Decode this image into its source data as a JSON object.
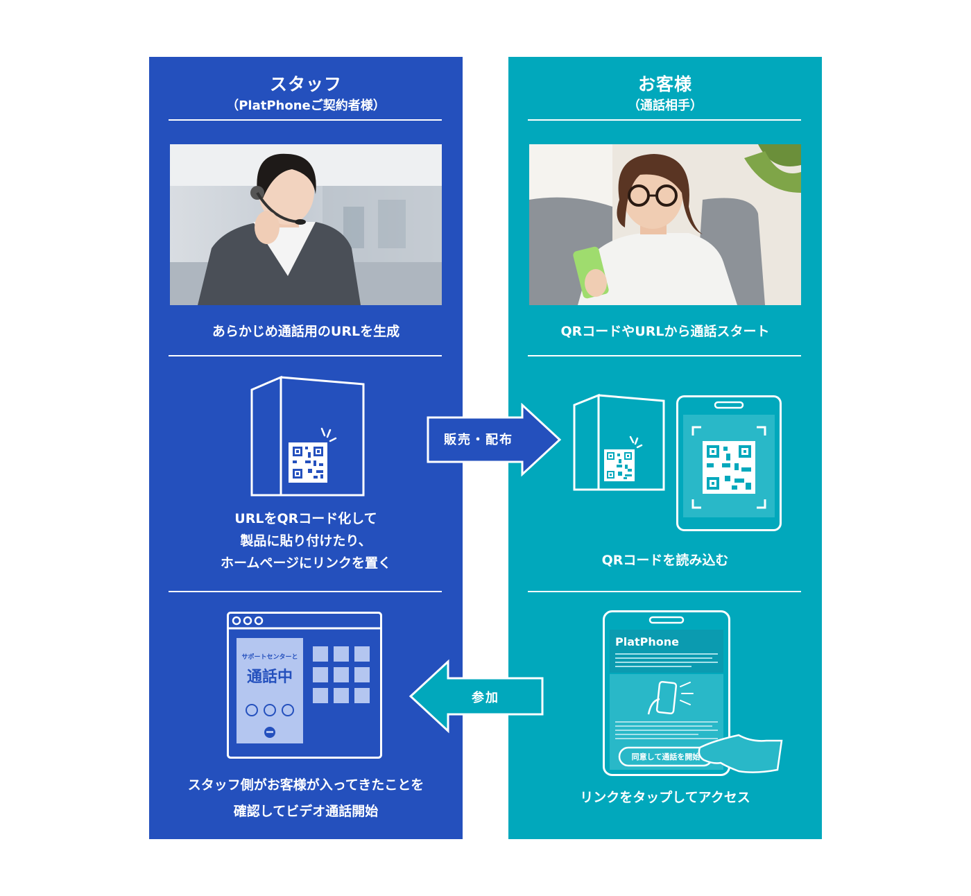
{
  "staff": {
    "title": "スタッフ",
    "subtitle": "（PlatPhoneご契約者様）",
    "step1": "あらかじめ通話用のURLを生成",
    "step2": [
      "URLをQRコード化して",
      "製品に貼り付けたり、",
      "ホームページにリンクを置く"
    ],
    "step3": [
      "スタッフ側がお客様が入ってきたことを",
      "確認してビデオ通話開始"
    ],
    "call_screen": {
      "small_text": "サポートセンターと",
      "big_text": "通話中"
    }
  },
  "customer": {
    "title": "お客様",
    "subtitle": "（通話相手）",
    "step1": "QRコードやURLから通話スタート",
    "step2": "QRコードを読み込む",
    "step3": "リンクをタップしてアクセス",
    "phone_screen": {
      "brand": "PlatPhone",
      "button": "同意して通話を開始"
    }
  },
  "arrows": {
    "forward": "販売・配布",
    "back": "参加"
  },
  "colors": {
    "staff_bg": "#2450bd",
    "customer_bg": "#01a8bc",
    "line": "#ffffff"
  }
}
